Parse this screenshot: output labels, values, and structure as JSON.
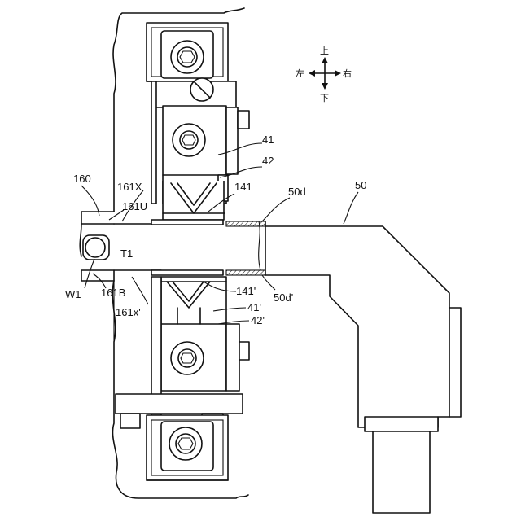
{
  "labels": {
    "l160": "160",
    "l161X": "161X",
    "l161U": "161U",
    "l141": "141",
    "l50d": "50d",
    "l50": "50",
    "l41": "41",
    "l42": "42",
    "lT1": "T1",
    "lW1": "W1",
    "l161B": "161B",
    "l161x2": "161x'",
    "l141p": "141'",
    "l41p": "41'",
    "l42p": "42'",
    "l50dp": "50d'"
  },
  "compass": {
    "up": "上",
    "down": "下",
    "left": "左",
    "right": "右"
  }
}
